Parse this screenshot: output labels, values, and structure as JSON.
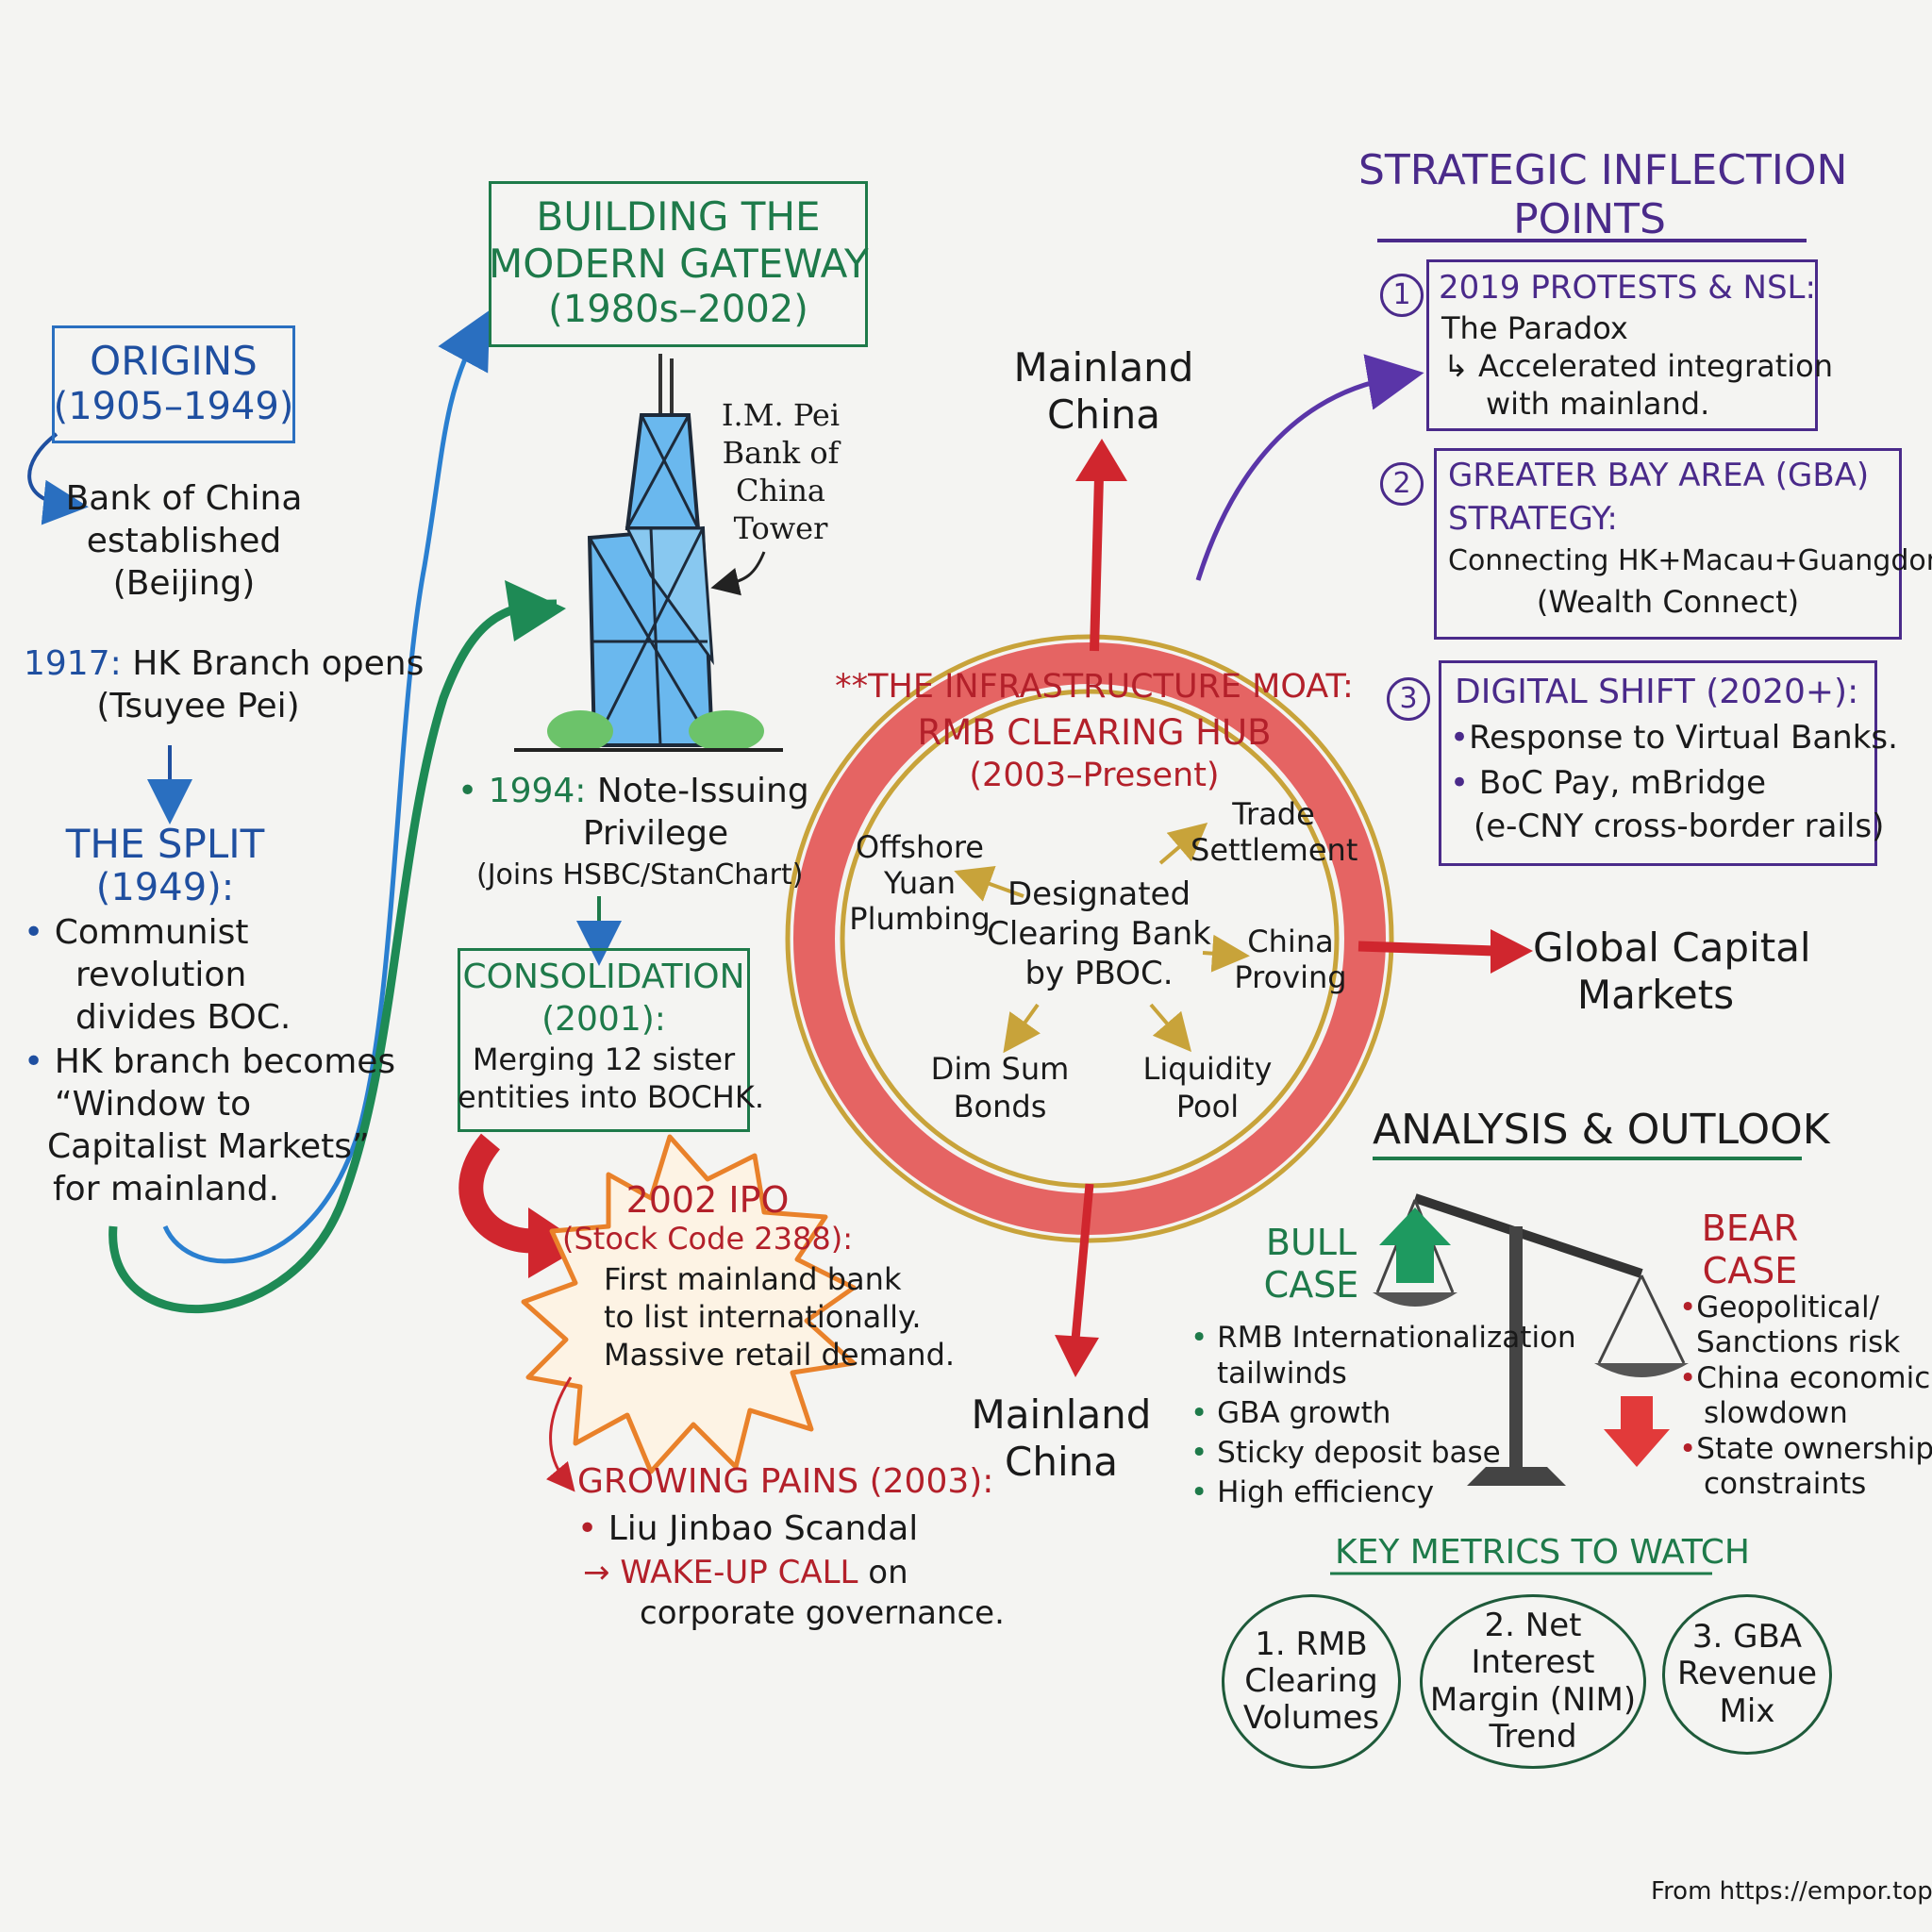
{
  "origins": {
    "title": "ORIGINS",
    "years": "(1905–1949)",
    "established": [
      "Bank of China",
      "established",
      "(Beijing)"
    ],
    "hk_year": "1917:",
    "hk_text": "HK Branch opens",
    "hk_sub": "(Tsuyee Pei)"
  },
  "split": {
    "title": "THE SPLIT",
    "years": "(1949):",
    "bullet1": [
      "Communist",
      "revolution",
      "divides BOC."
    ],
    "bullet2": [
      "HK branch becomes",
      "“Window to",
      "Capitalist Markets”",
      "for mainland."
    ]
  },
  "modern": {
    "title_line1": "BUILDING THE",
    "title_line2": "MODERN GATEWAY",
    "years": "(1980s–2002)",
    "tower_label": [
      "I.M. Pei",
      "Bank of",
      "China",
      "Tower"
    ],
    "note_year": "1994:",
    "note_text": "Note-Issuing",
    "note_text2": "Privilege",
    "note_sub": "(Joins HSBC/StanChart)"
  },
  "consolidation": {
    "title": "CONSOLIDATION",
    "years": "(2001):",
    "text": [
      "Merging 12 sister",
      "entities into BOCHK."
    ]
  },
  "ipo": {
    "title": "2002 IPO",
    "code": "(Stock Code 2388):",
    "text": [
      "First mainland bank",
      "to list internationally.",
      "Massive retail demand."
    ]
  },
  "pains": {
    "title": "GROWING PAINS (2003):",
    "bullet": "Liu Jinbao Scandal",
    "arrow": "→",
    "wake": "WAKE-UP CALL",
    "wake_rest": " on",
    "gov": "corporate governance."
  },
  "moat": {
    "title_line1": "**THE INFRASTRUCTURE MOAT:",
    "title_line2": "RMB CLEARING HUB",
    "years": "(2003–Present)",
    "center": [
      "Designated",
      "Clearing Bank",
      "by PBOC."
    ],
    "offshore": [
      "Offshore",
      "Yuan",
      "Plumbing"
    ],
    "trade": [
      "Trade",
      "Settlement"
    ],
    "china_proving": [
      "China",
      "Proving"
    ],
    "dimsum": [
      "Dim Sum",
      "Bonds"
    ],
    "liquidity": [
      "Liquidity",
      "Pool"
    ]
  },
  "destinations": {
    "mainland_top": [
      "Mainland",
      "China"
    ],
    "mainland_bottom": [
      "Mainland",
      "China"
    ],
    "global": [
      "Global Capital",
      "Markets"
    ]
  },
  "strategic": {
    "title_line1": "STRATEGIC INFLECTION",
    "title_line2": "POINTS",
    "p1_num": "1",
    "p1_title": "2019 PROTESTS & NSL:",
    "p1_line1": "The Paradox",
    "p1_line2": "↳ Accelerated integration",
    "p1_line3": "with mainland.",
    "p2_num": "2",
    "p2_title1": "GREATER BAY AREA (GBA)",
    "p2_title2": "STRATEGY:",
    "p2_line1": "Connecting HK+Macau+Guangdong",
    "p2_line2": "(Wealth Connect)",
    "p3_num": "3",
    "p3_title": "DIGITAL SHIFT (2020+):",
    "p3_b1": "Response to Virtual Banks.",
    "p3_b2": "BoC Pay, mBridge",
    "p3_b2b": "(e-CNY cross-border rails)"
  },
  "analysis": {
    "title": "ANALYSIS & OUTLOOK",
    "bull_title": [
      "BULL",
      "CASE"
    ],
    "bear_title": [
      "BEAR",
      "CASE"
    ],
    "bull_items": [
      "RMB Internationalization",
      "GBA growth",
      "Sticky deposit base",
      "High efficiency"
    ],
    "bull_item1_cont": "tailwinds",
    "bear_items": [
      "Geopolitical/",
      "China economic",
      "State ownership"
    ],
    "bear_conts": [
      "Sanctions risk",
      "slowdown",
      "constraints"
    ]
  },
  "metrics": {
    "title": "KEY METRICS TO WATCH",
    "m1": [
      "1. RMB",
      "Clearing",
      "Volumes"
    ],
    "m2": [
      "2. Net Interest",
      "Margin (NIM)",
      "Trend"
    ],
    "m3": [
      "3. GBA",
      "Revenue",
      "Mix"
    ]
  },
  "footer": "From https://empor.top",
  "colors": {
    "blue": "#1f4fa0",
    "green": "#1e7a4a",
    "red": "#b3202a",
    "purple": "#4a2a8a",
    "ring_red": "#e24a4a",
    "ring_gold": "#c8a33a"
  }
}
